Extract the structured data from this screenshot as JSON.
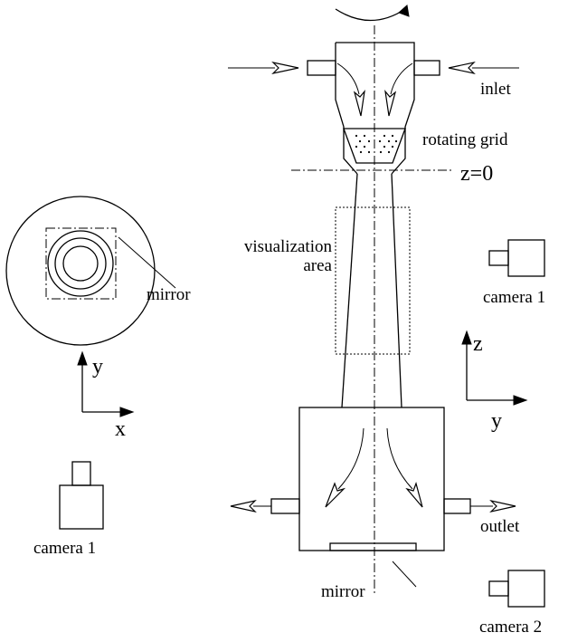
{
  "labels": {
    "inlet": "inlet",
    "rotating_grid": "rotating grid",
    "z0": "z=0",
    "visualization": "visualization",
    "area": "area",
    "camera1_right": "camera 1",
    "mirror_left": "mirror",
    "axis_z": "z",
    "axis_y_right": "y",
    "axis_y_left": "y",
    "axis_x": "x",
    "camera1_left": "camera 1",
    "outlet": "outlet",
    "mirror_bottom": "mirror",
    "camera2": "camera 2"
  }
}
